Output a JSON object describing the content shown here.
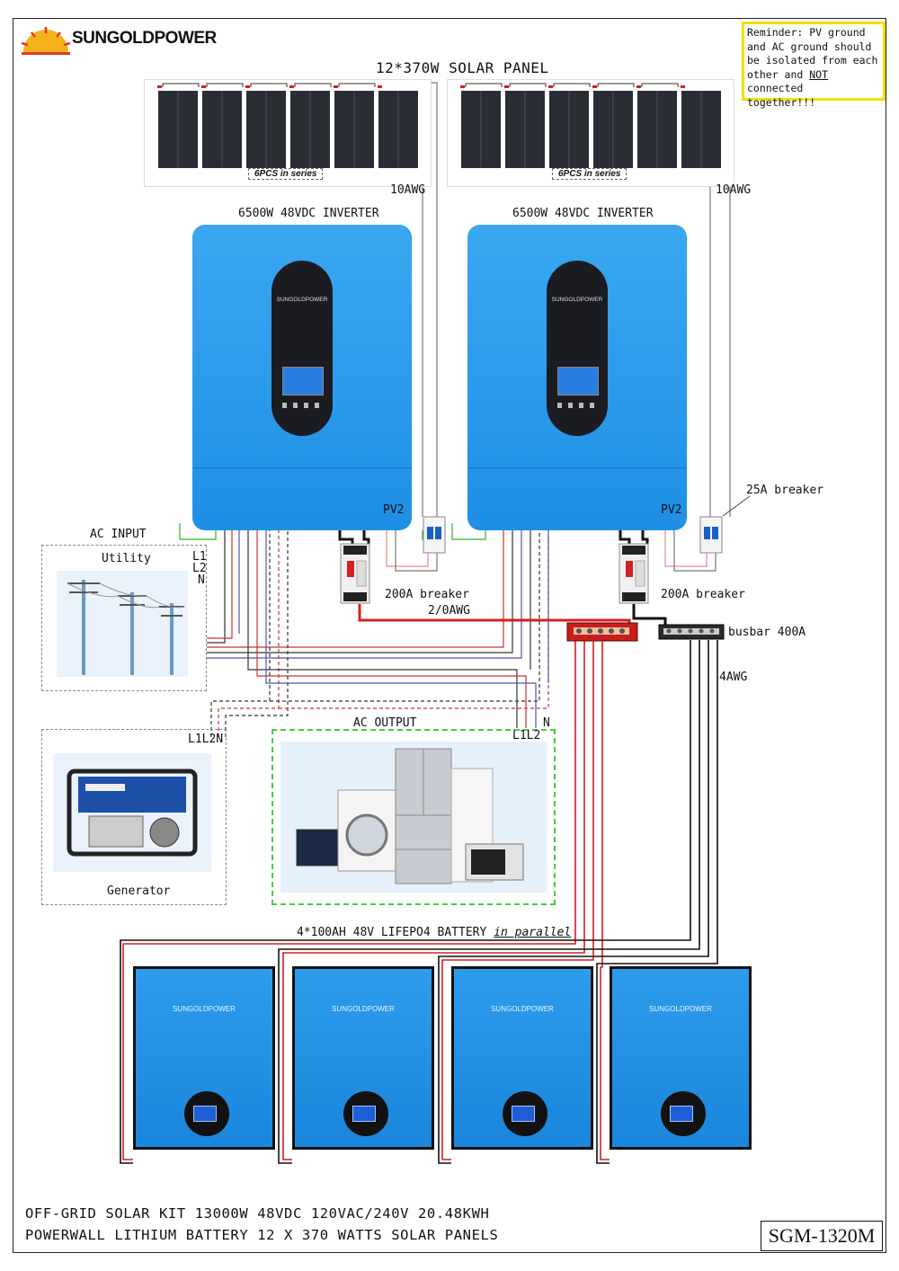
{
  "brand": {
    "name": "SUNGOLDPOWER"
  },
  "reminder": {
    "line1": "Reminder: PV ground",
    "line2": "and AC ground should",
    "line3": "be isolated from each",
    "line4_pre": "other and ",
    "line4_u": "NOT",
    "line4_post": " connected",
    "line5": "together!!!"
  },
  "solar": {
    "title": "12*370W  SOLAR PANEL",
    "left_series": "6PCS in series",
    "right_series": "6PCS in series",
    "left_wire": "10AWG",
    "right_wire": "10AWG"
  },
  "inverters": {
    "left_title": "6500W 48VDC INVERTER",
    "right_title": "6500W 48VDC INVERTER",
    "brand_small": "SUNGOLDPOWER",
    "left_pv": "PV2",
    "right_pv": "PV2"
  },
  "breakers": {
    "pv_breaker": "25A breaker",
    "left_main": "200A breaker",
    "right_main": "200A breaker",
    "cable": "2/0AWG"
  },
  "busbar": {
    "label": "busbar 400A",
    "wire": "4AWG"
  },
  "ac_input": {
    "title": "AC INPUT",
    "utility": "Utility",
    "l1": "L1",
    "l2": "L2",
    "n": "N"
  },
  "generator": {
    "label": "Generator",
    "terminals": "L1L2N"
  },
  "ac_output": {
    "title": "AC OUTPUT",
    "l1l2": "L1L2",
    "n": "N"
  },
  "battery": {
    "title_pre": "4*100AH 48V LIFEPO4 BATTERY",
    "title_italic": "in parallel",
    "brand_small": "SUNGOLDPOWER"
  },
  "footer": {
    "line1": "OFF-GRID SOLAR KIT 13000W 48VDC 120VAC/240V 20.48KWH",
    "line2": "POWERWALL LITHIUM BATTERY 12 X 370 WATTS SOLAR PANELS"
  },
  "model": "SGM-1320M",
  "colors": {
    "inverter_blue": "#2a9bec",
    "battery_blue": "#1f8ee3",
    "reminder_border": "#f2e200",
    "ac_output_border": "#3fcf3f",
    "dc_positive": "#d42020",
    "dc_negative": "#111111"
  }
}
